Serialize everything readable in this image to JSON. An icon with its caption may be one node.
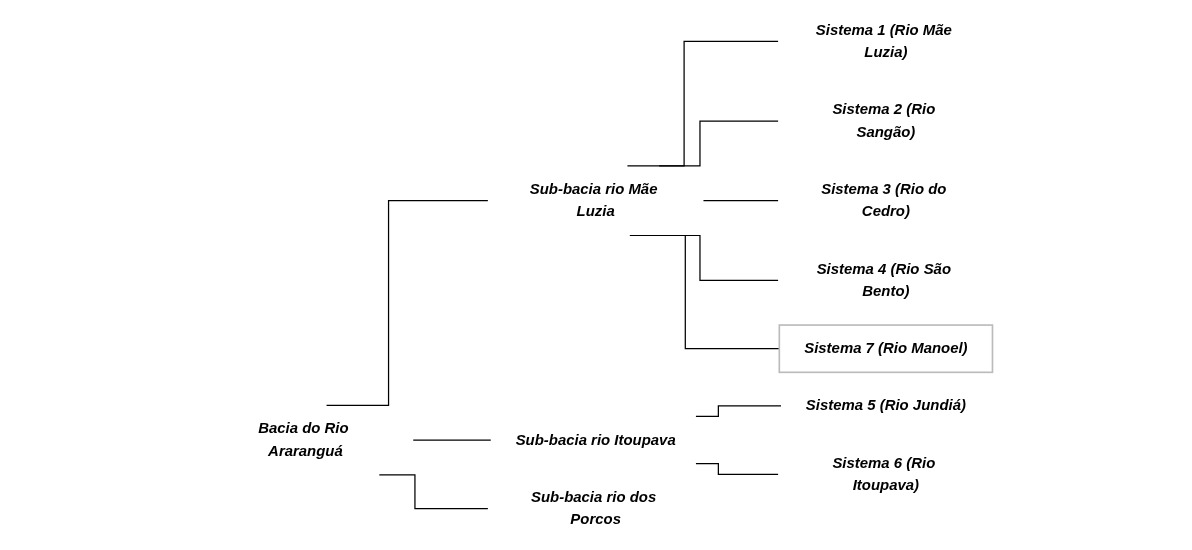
{
  "diagram": {
    "nodes": [
      {
        "text": [
          "Bacia do Rio Araranguá"
        ]
      },
      {
        "text": [
          "Sub-bacia rio Mãe Luzia"
        ]
      },
      {
        "text": [
          "Sub-bacia rio Itoupava"
        ]
      },
      {
        "text": [
          "Sub-bacia rio dos Porcos"
        ]
      },
      {
        "text": [
          "Sistema 1 (Rio Mãe Luzia)"
        ]
      },
      {
        "text": [
          "Sistema 2 (Rio Sangão)"
        ]
      },
      {
        "text": [
          "Sistema 3 (Rio do Cedro)"
        ]
      },
      {
        "text": [
          "Sistema 4 (Rio São Bento)"
        ]
      },
      {
        "text": [
          "Sistema 7 (Rio Manoel)"
        ]
      },
      {
        "text": [
          "Sistema 5 (Rio Jundiá)"
        ]
      },
      {
        "text": [
          "Sistema 6 (Rio Itoupava)"
        ]
      }
    ],
    "edges": [
      {
        "from": 0,
        "to": 1,
        "arrow": "none"
      },
      {
        "from": 0,
        "to": 2,
        "arrow": "none"
      },
      {
        "from": 0,
        "to": 3,
        "arrow": "none"
      },
      {
        "from": 1,
        "to": 4,
        "arrow": "none"
      },
      {
        "from": 1,
        "to": 5,
        "arrow": "none"
      },
      {
        "from": 1,
        "to": 6,
        "arrow": "none"
      },
      {
        "from": 1,
        "to": 7,
        "arrow": "none"
      },
      {
        "from": 1,
        "to": 8,
        "arrow": "none"
      },
      {
        "from": 2,
        "to": 9,
        "arrow": "none"
      },
      {
        "from": 2,
        "to": 10,
        "arrow": "none"
      }
    ]
  }
}
